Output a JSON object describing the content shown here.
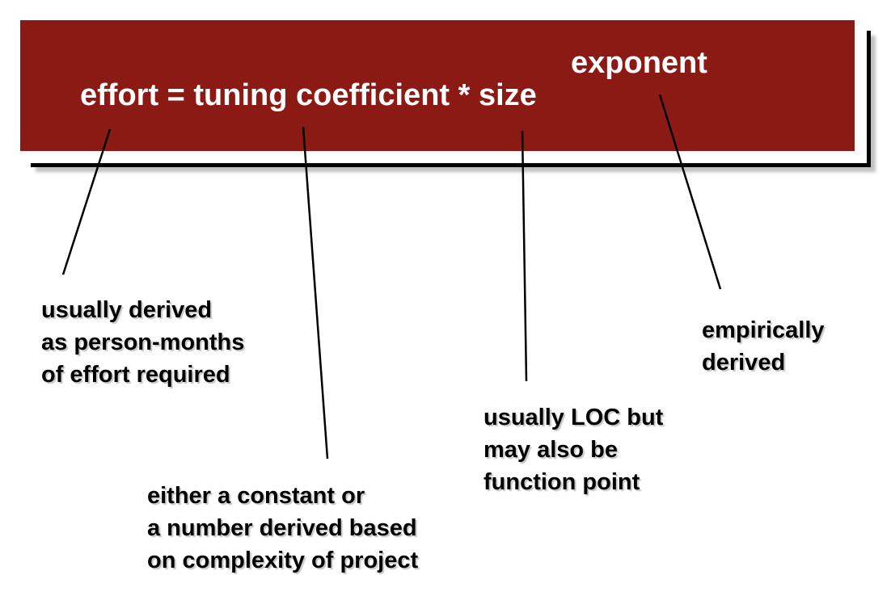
{
  "formula": {
    "main": "effort = tuning coefficient * size",
    "exponent": "exponent"
  },
  "annotations": {
    "effort": [
      "usually derived",
      "as person-months",
      "of effort required"
    ],
    "coefficient": [
      "either a constant or",
      "a number derived based",
      "on complexity of project"
    ],
    "size": [
      "usually LOC but",
      "may also be",
      "function point"
    ],
    "exponent": [
      "empirically",
      "derived"
    ]
  },
  "colors": {
    "banner": "#8b1a14",
    "formula_text": "#ffffff",
    "annotation_text": "#000000",
    "connector": "#000000"
  }
}
